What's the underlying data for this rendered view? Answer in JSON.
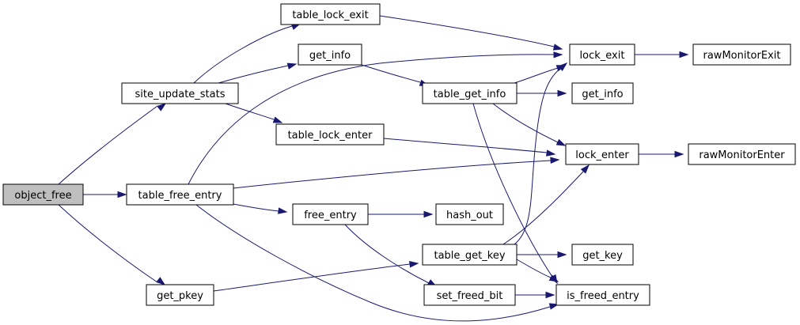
{
  "diagram": {
    "nodes": [
      {
        "id": "object_free",
        "label": "object_free",
        "root": true
      },
      {
        "id": "site_update_stats",
        "label": "site_update_stats"
      },
      {
        "id": "table_free_entry",
        "label": "table_free_entry"
      },
      {
        "id": "get_pkey",
        "label": "get_pkey"
      },
      {
        "id": "table_lock_exit",
        "label": "table_lock_exit"
      },
      {
        "id": "get_info_1",
        "label": "get_info"
      },
      {
        "id": "table_lock_enter",
        "label": "table_lock_enter"
      },
      {
        "id": "free_entry",
        "label": "free_entry"
      },
      {
        "id": "table_get_info",
        "label": "table_get_info"
      },
      {
        "id": "table_get_key",
        "label": "table_get_key"
      },
      {
        "id": "set_freed_bit",
        "label": "set_freed_bit"
      },
      {
        "id": "hash_out",
        "label": "hash_out"
      },
      {
        "id": "lock_exit",
        "label": "lock_exit"
      },
      {
        "id": "get_info_2",
        "label": "get_info"
      },
      {
        "id": "lock_enter",
        "label": "lock_enter"
      },
      {
        "id": "get_key",
        "label": "get_key"
      },
      {
        "id": "is_freed_entry",
        "label": "is_freed_entry"
      },
      {
        "id": "rawMonitorExit",
        "label": "rawMonitorExit"
      },
      {
        "id": "rawMonitorEnter",
        "label": "rawMonitorEnter"
      }
    ],
    "edges": [
      {
        "from": "object_free",
        "to": "site_update_stats"
      },
      {
        "from": "object_free",
        "to": "table_free_entry"
      },
      {
        "from": "object_free",
        "to": "get_pkey"
      },
      {
        "from": "site_update_stats",
        "to": "table_lock_exit"
      },
      {
        "from": "site_update_stats",
        "to": "get_info_1"
      },
      {
        "from": "site_update_stats",
        "to": "table_lock_enter"
      },
      {
        "from": "table_lock_exit",
        "to": "lock_exit"
      },
      {
        "from": "get_info_1",
        "to": "table_get_info"
      },
      {
        "from": "table_lock_enter",
        "to": "lock_enter"
      },
      {
        "from": "table_free_entry",
        "to": "lock_exit"
      },
      {
        "from": "table_free_entry",
        "to": "lock_enter"
      },
      {
        "from": "table_free_entry",
        "to": "free_entry"
      },
      {
        "from": "table_free_entry",
        "to": "is_freed_entry"
      },
      {
        "from": "free_entry",
        "to": "hash_out"
      },
      {
        "from": "free_entry",
        "to": "set_freed_bit"
      },
      {
        "from": "get_pkey",
        "to": "table_get_key"
      },
      {
        "from": "table_get_info",
        "to": "lock_exit"
      },
      {
        "from": "table_get_info",
        "to": "get_info_2"
      },
      {
        "from": "table_get_info",
        "to": "lock_enter"
      },
      {
        "from": "table_get_info",
        "to": "is_freed_entry"
      },
      {
        "from": "table_get_key",
        "to": "lock_exit"
      },
      {
        "from": "table_get_key",
        "to": "lock_enter"
      },
      {
        "from": "table_get_key",
        "to": "get_key"
      },
      {
        "from": "table_get_key",
        "to": "is_freed_entry"
      },
      {
        "from": "set_freed_bit",
        "to": "is_freed_entry"
      },
      {
        "from": "lock_exit",
        "to": "rawMonitorExit"
      },
      {
        "from": "lock_enter",
        "to": "rawMonitorEnter"
      }
    ]
  }
}
